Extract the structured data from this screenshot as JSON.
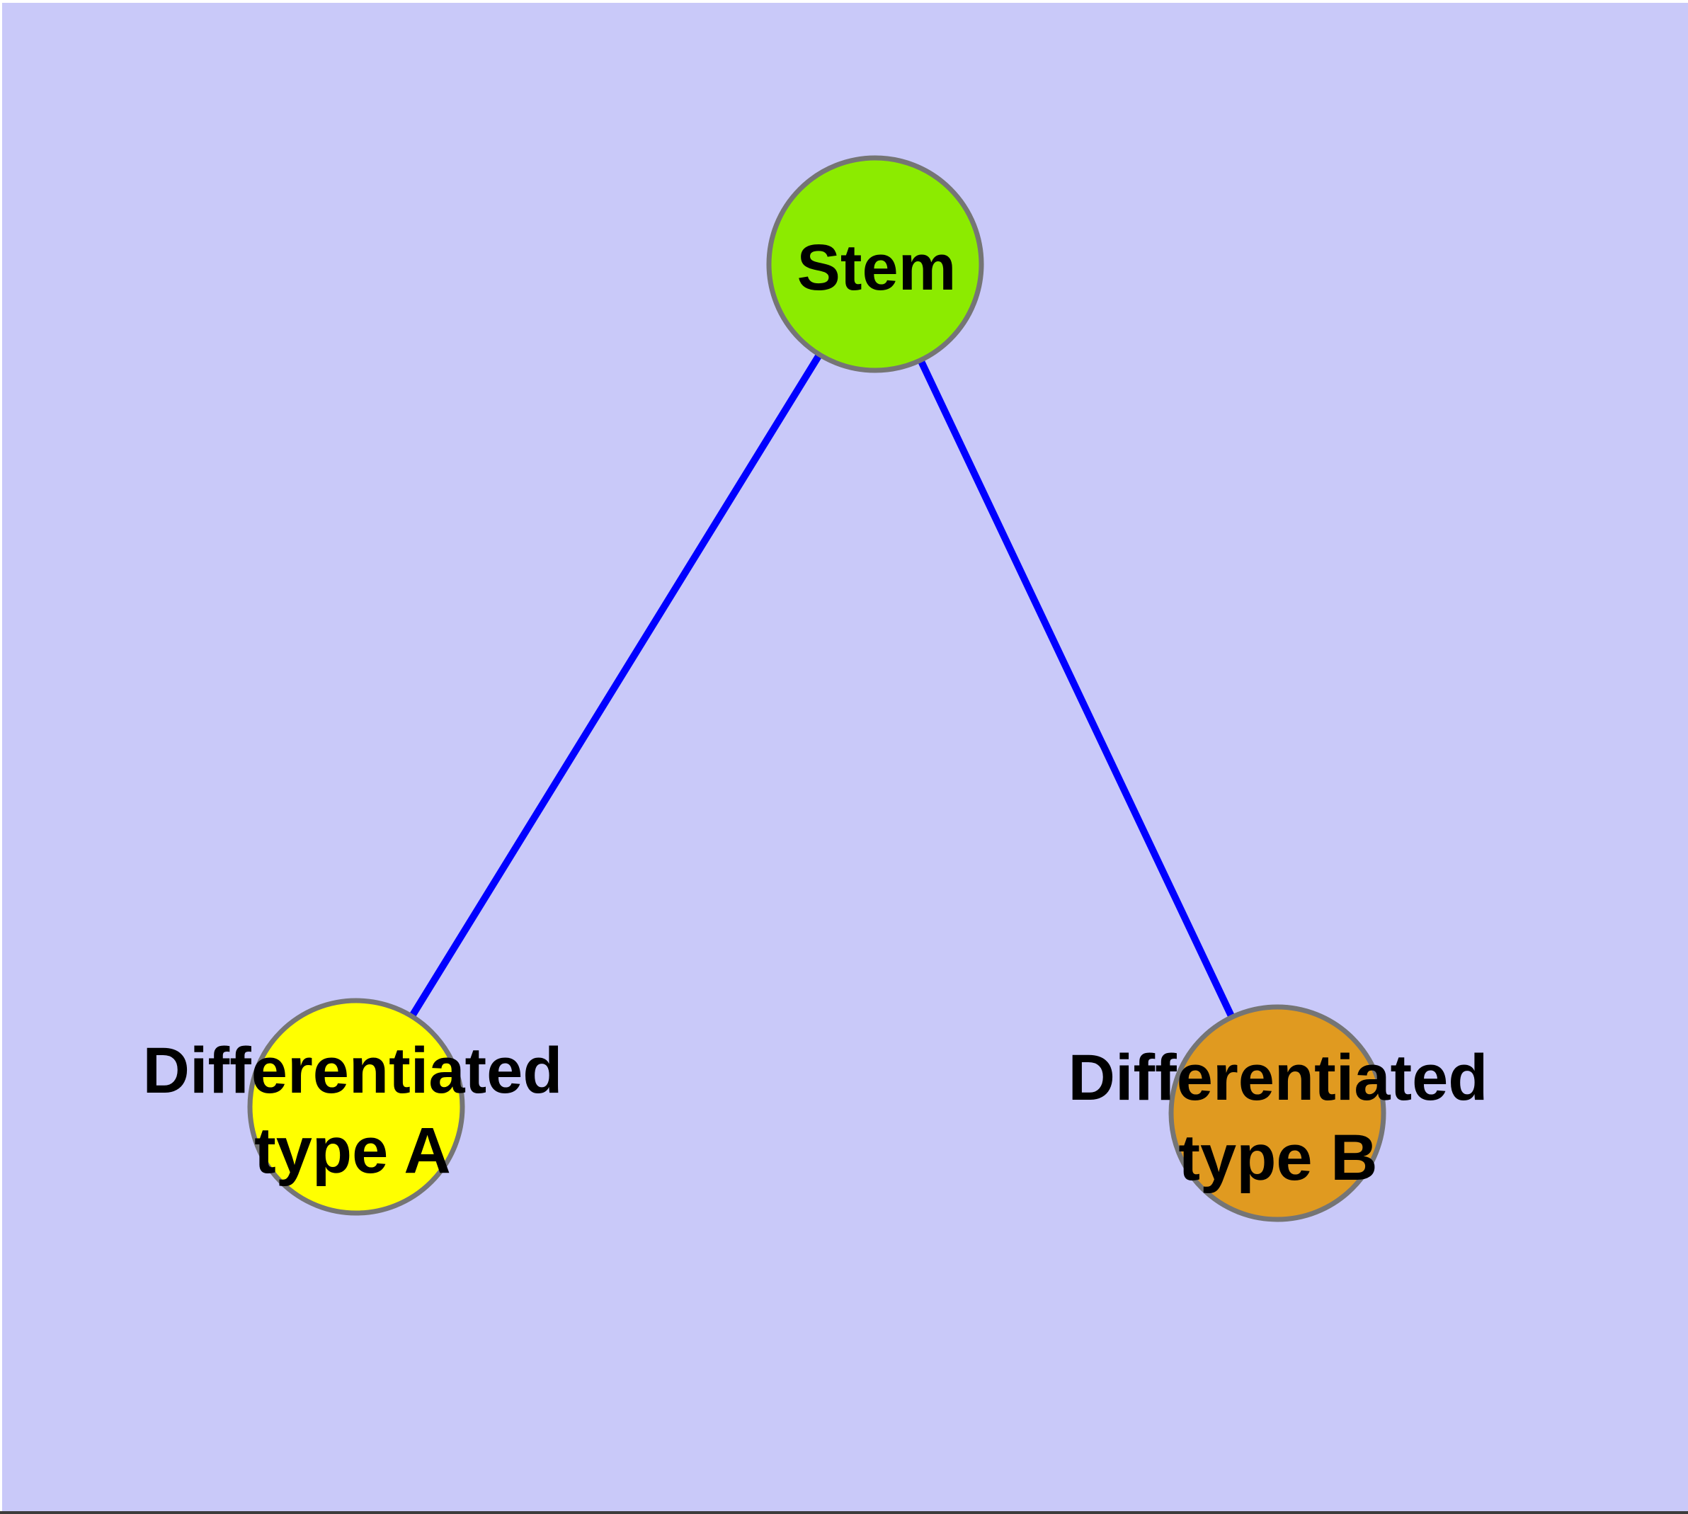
{
  "diagram": {
    "description": "Stem cell differentiation graph",
    "background_color": "#C9C9F9",
    "frame": {
      "top_left_highlight_color": "#FFFFFF",
      "bottom_shadow_color": "#3C3C3C"
    },
    "edge_color": "#0000FF",
    "node_border_color": "#757575",
    "nodes": [
      {
        "id": "stem",
        "label": "Stem",
        "fill_color": "#8CEB00"
      },
      {
        "id": "differentiated-type-a",
        "label_line1": "Differentiated",
        "label_line2": "type A",
        "fill_color": "#FFFF00"
      },
      {
        "id": "differentiated-type-b",
        "label_line1": "Differentiated",
        "label_line2": "type B",
        "fill_color": "#E09A20"
      }
    ],
    "edges": [
      {
        "from": "Stem",
        "to": "Differentiated type A"
      },
      {
        "from": "Stem",
        "to": "Differentiated type B"
      }
    ]
  }
}
